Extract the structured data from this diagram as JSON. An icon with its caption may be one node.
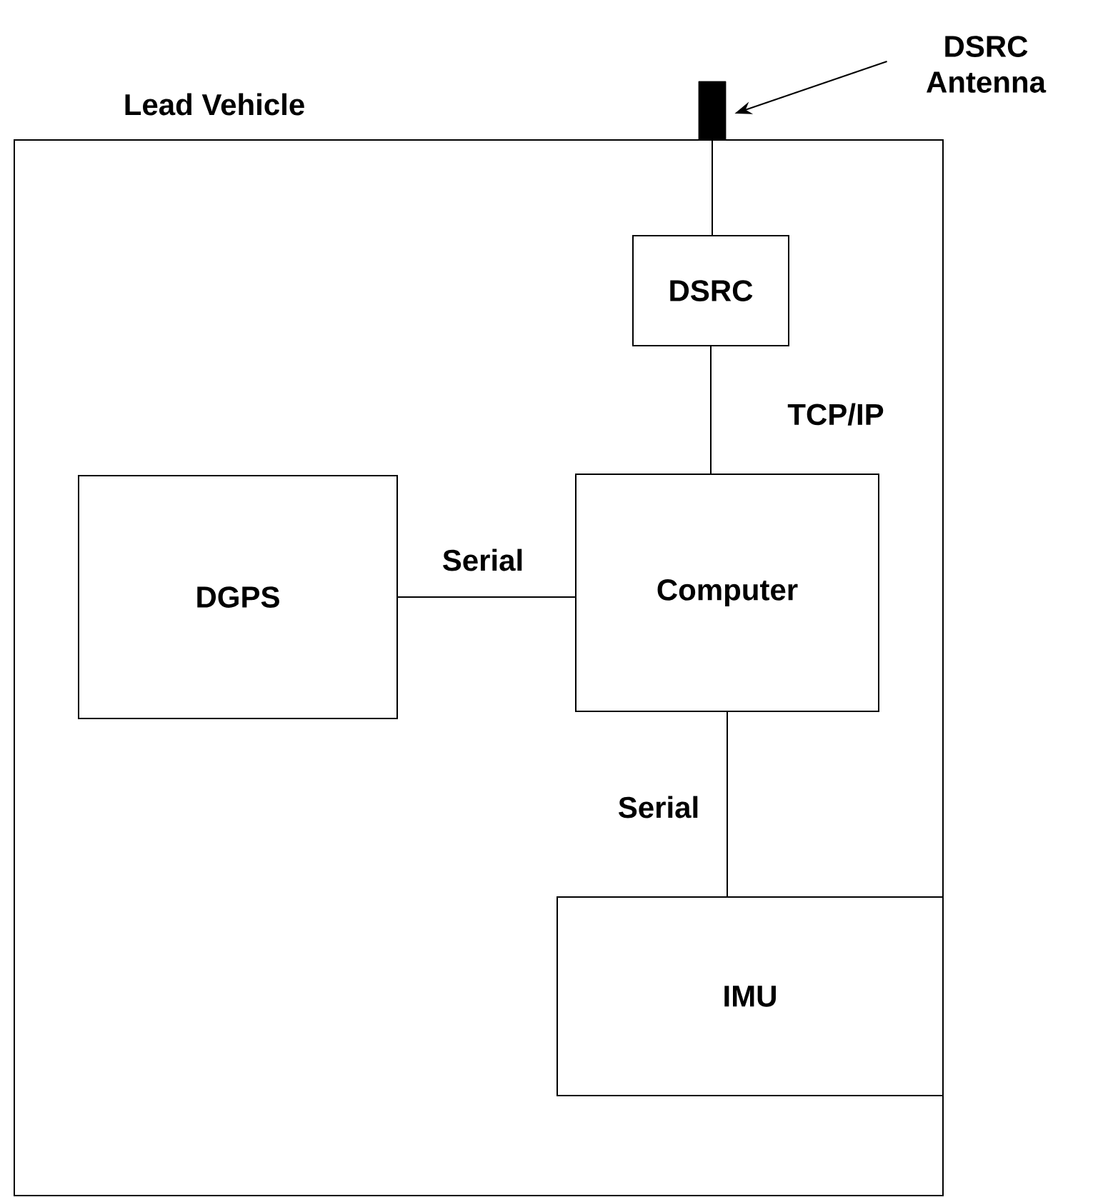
{
  "diagram": {
    "nodes": [
      {
        "text": [
          "Lead Vehicle"
        ]
      },
      {
        "text": [
          "DSRC"
        ],
        "in": 0
      },
      {
        "text": [
          "Computer"
        ],
        "in": 0
      },
      {
        "text": [
          "DGPS"
        ],
        "in": 0
      },
      {
        "text": [
          "IMU"
        ],
        "in": 0
      },
      {
        "text": [],
        "shape": "bar"
      },
      {
        "text": [
          "DSRC Antenna"
        ]
      }
    ],
    "edges": [
      {
        "from": 6,
        "to": 5,
        "arrow": "to"
      },
      {
        "from": 5,
        "to": 1,
        "arrow": "none"
      },
      {
        "from": 1,
        "to": 2,
        "arrow": "none",
        "label": "TCP/IP"
      },
      {
        "from": 3,
        "to": 2,
        "arrow": "none",
        "label": "Serial"
      },
      {
        "from": 2,
        "to": 4,
        "arrow": "none",
        "label": "Serial"
      }
    ]
  }
}
